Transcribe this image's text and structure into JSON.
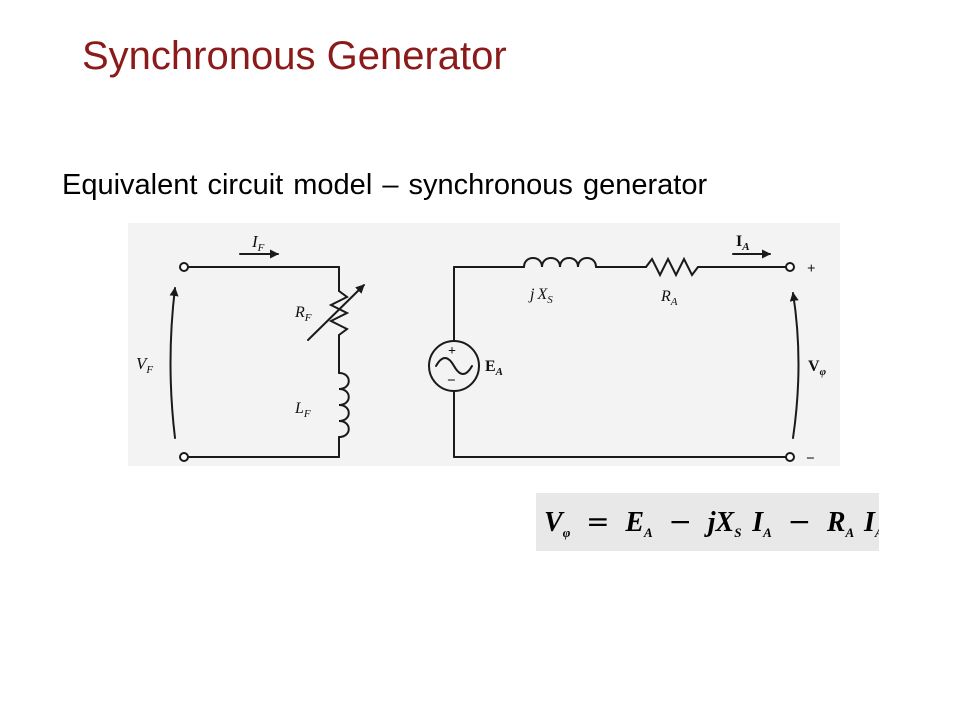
{
  "slide": {
    "title": "Synchronous Generator",
    "subtitle": "Equivalent circuit model – synchronous generator",
    "title_color": "#8b1a1a"
  },
  "circuit": {
    "field_current": {
      "main": "I",
      "sub": "F"
    },
    "field_resistance": {
      "main": "R",
      "sub": "F"
    },
    "field_inductance": {
      "main": "L",
      "sub": "F"
    },
    "field_voltage": {
      "main": "V",
      "sub": "F"
    },
    "armature_current": {
      "main": "I",
      "sub": "A"
    },
    "reactance": {
      "prefix": "j",
      "main": "X",
      "sub": "S"
    },
    "armature_resistance": {
      "main": "R",
      "sub": "A"
    },
    "internal_emf": {
      "main": "E",
      "sub": "A"
    },
    "phase_voltage": {
      "main": "V",
      "sub": "φ"
    },
    "terminal_plus": "+",
    "terminal_minus": "−",
    "source_plus": "+",
    "source_minus": "−"
  },
  "equation": {
    "lhs": {
      "main": "V",
      "sub": "φ"
    },
    "equals": "=",
    "t1": {
      "main": "E",
      "sub": "A"
    },
    "minus1": "−",
    "t2_prefix": "jX",
    "t2_sub": "S",
    "t2_main": "I",
    "t2_sub2": "A",
    "minus2": "−",
    "t3_main": "R",
    "t3_sub": "A",
    "t3_main2": "I",
    "t3_sub2": "A"
  }
}
